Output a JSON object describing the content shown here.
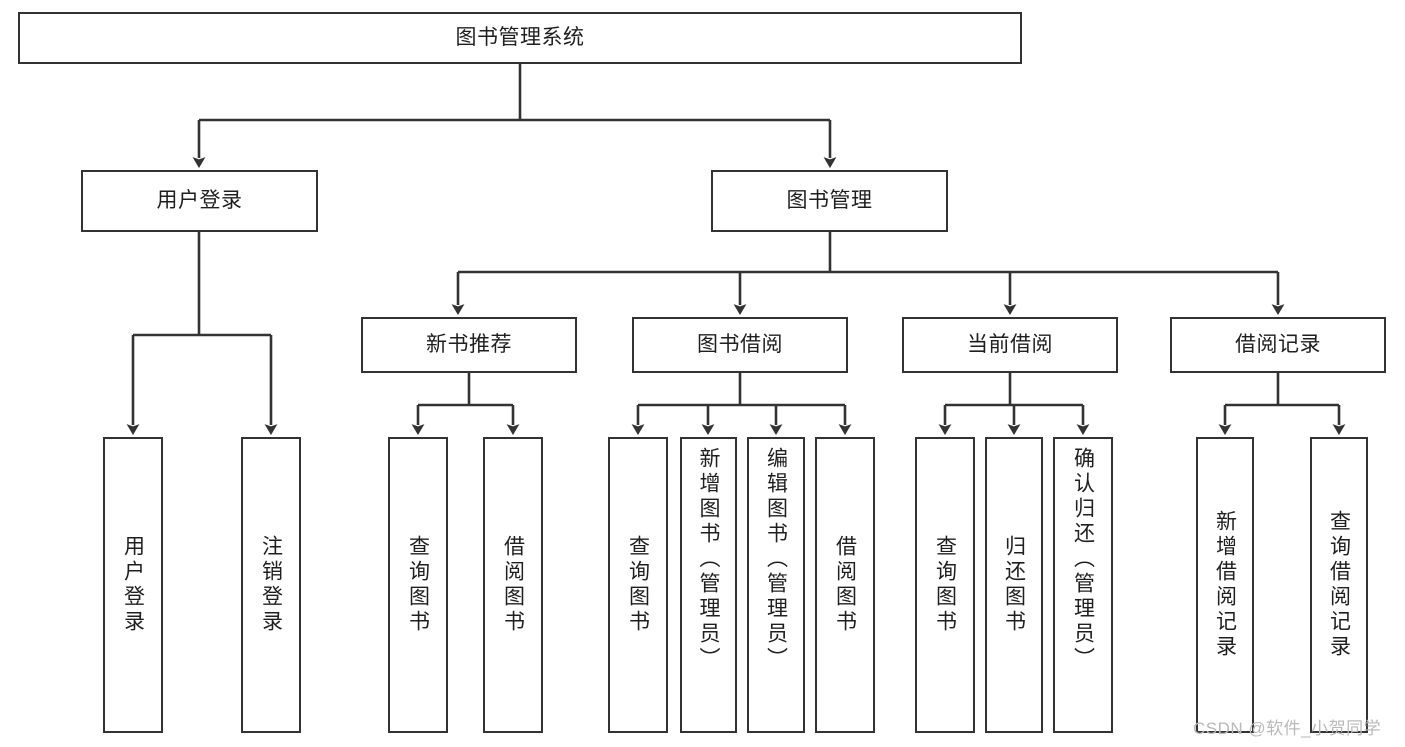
{
  "diagram": {
    "type": "tree-hierarchy",
    "title": "图书管理系统",
    "orientation": "top-down",
    "colors": {
      "stroke": "#333333",
      "fill": "#ffffff",
      "text": "#1f1f1f",
      "watermark": "#b9b9b9",
      "background": "#ffffff"
    },
    "levels": [
      {
        "level": 1,
        "nodes": [
          {
            "id": "root",
            "label": "图书管理系统",
            "text_direction": "horizontal"
          }
        ]
      },
      {
        "level": 2,
        "nodes": [
          {
            "id": "user-login",
            "label": "用户登录",
            "text_direction": "horizontal"
          },
          {
            "id": "book-manage",
            "label": "图书管理",
            "text_direction": "horizontal"
          }
        ]
      },
      {
        "level": 3,
        "nodes": [
          {
            "id": "new-book-rec",
            "label": "新书推荐",
            "text_direction": "horizontal"
          },
          {
            "id": "book-borrow",
            "label": "图书借阅",
            "text_direction": "horizontal"
          },
          {
            "id": "current-borrow",
            "label": "当前借阅",
            "text_direction": "horizontal"
          },
          {
            "id": "borrow-record",
            "label": "借阅记录",
            "text_direction": "horizontal"
          }
        ]
      },
      {
        "level": 4,
        "nodes": [
          {
            "id": "leaf-user-login",
            "label": "用户登录",
            "parent": "user-login",
            "text_direction": "vertical"
          },
          {
            "id": "leaf-logout",
            "label": "注销登录",
            "parent": "user-login",
            "text_direction": "vertical"
          },
          {
            "id": "leaf-query-book-1",
            "label": "查询图书",
            "parent": "new-book-rec",
            "text_direction": "vertical"
          },
          {
            "id": "leaf-borrow-book-1",
            "label": "借阅图书",
            "parent": "new-book-rec",
            "text_direction": "vertical"
          },
          {
            "id": "leaf-query-book-2",
            "label": "查询图书",
            "parent": "book-borrow",
            "text_direction": "vertical"
          },
          {
            "id": "leaf-add-book",
            "label": "新增图书（管理员）",
            "parent": "book-borrow",
            "text_direction": "vertical"
          },
          {
            "id": "leaf-edit-book",
            "label": "编辑图书（管理员）",
            "parent": "book-borrow",
            "text_direction": "vertical"
          },
          {
            "id": "leaf-borrow-book-2",
            "label": "借阅图书",
            "parent": "book-borrow",
            "text_direction": "vertical"
          },
          {
            "id": "leaf-query-book-3",
            "label": "查询图书",
            "parent": "current-borrow",
            "text_direction": "vertical"
          },
          {
            "id": "leaf-return-book",
            "label": "归还图书",
            "parent": "current-borrow",
            "text_direction": "vertical"
          },
          {
            "id": "leaf-confirm-return",
            "label": "确认归还（管理员）",
            "parent": "current-borrow",
            "text_direction": "vertical"
          },
          {
            "id": "leaf-add-record",
            "label": "新增借阅记录",
            "parent": "borrow-record",
            "text_direction": "vertical"
          },
          {
            "id": "leaf-query-record",
            "label": "查询借阅记录",
            "parent": "borrow-record",
            "text_direction": "vertical"
          }
        ]
      }
    ],
    "edges": [
      {
        "from": "root",
        "to": "user-login"
      },
      {
        "from": "root",
        "to": "book-manage"
      },
      {
        "from": "user-login",
        "to": "leaf-user-login"
      },
      {
        "from": "user-login",
        "to": "leaf-logout"
      },
      {
        "from": "book-manage",
        "to": "new-book-rec"
      },
      {
        "from": "book-manage",
        "to": "book-borrow"
      },
      {
        "from": "book-manage",
        "to": "current-borrow"
      },
      {
        "from": "book-manage",
        "to": "borrow-record"
      },
      {
        "from": "new-book-rec",
        "to": "leaf-query-book-1"
      },
      {
        "from": "new-book-rec",
        "to": "leaf-borrow-book-1"
      },
      {
        "from": "book-borrow",
        "to": "leaf-query-book-2"
      },
      {
        "from": "book-borrow",
        "to": "leaf-add-book"
      },
      {
        "from": "book-borrow",
        "to": "leaf-edit-book"
      },
      {
        "from": "book-borrow",
        "to": "leaf-borrow-book-2"
      },
      {
        "from": "current-borrow",
        "to": "leaf-query-book-3"
      },
      {
        "from": "current-borrow",
        "to": "leaf-return-book"
      },
      {
        "from": "current-borrow",
        "to": "leaf-confirm-return"
      },
      {
        "from": "borrow-record",
        "to": "leaf-add-record"
      },
      {
        "from": "borrow-record",
        "to": "leaf-query-record"
      }
    ]
  },
  "watermark": {
    "text": "CSDN @软件_小贺同学"
  }
}
